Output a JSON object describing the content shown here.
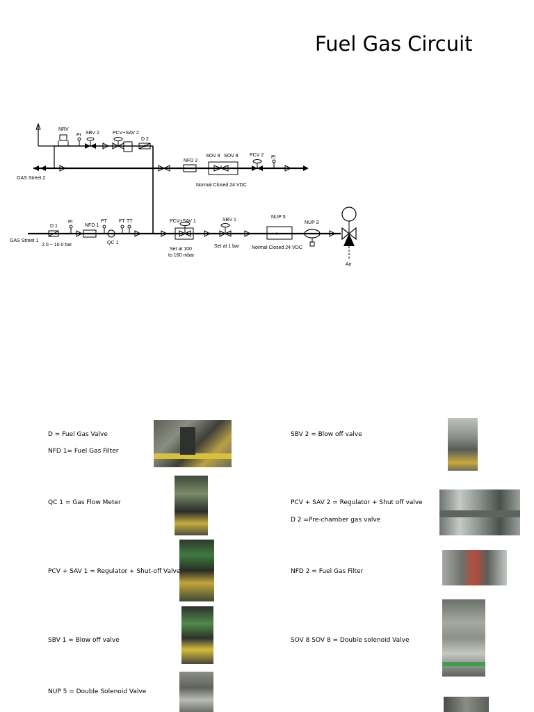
{
  "page": {
    "title": "Fuel Gas Circuit"
  },
  "diagram": {
    "labels": {
      "nrv": "NRV",
      "pi_top": "PI",
      "sbv2": "SBV 2",
      "pcv_sav2": "PCV+SAV 2",
      "d2": "D 2",
      "nfd2": "NFD 2",
      "sov8_a": "SOV 8",
      "sov8_b": "SOV 8",
      "pcv2": "PCV 2",
      "pi_top_right": "PI",
      "gas_street2": "GAS Street 2",
      "normal_closed_top": "Normal Closed 24 VDC",
      "d1": "D 1",
      "pi_bottom": "PI",
      "nfd1": "NFD 1",
      "pt": "PT",
      "ft": "FT",
      "tt": "TT",
      "qc1": "QC 1",
      "gas_street1": "GAS Street 1",
      "pressure_range": "2.0 ~ 10.0 bar",
      "pcv_sav1": "PCV+SAV 1",
      "set_100_line1": "Set at 100",
      "set_100_line2": "to 160 mbar",
      "sbv1": "SBV 1",
      "set_1bar": "Set at 1 bar",
      "nup5": "NUP 5",
      "nup3": "NUP 3",
      "normal_closed_bottom": "Normal Closed 24 VDC",
      "air": "Air"
    }
  },
  "legend": {
    "d_fuel_gas_valve": "D = Fuel Gas Valve",
    "nfd1_filter": "NFD 1= Fuel Gas Filter",
    "sbv2_blow_off": "SBV 2 = Blow off valve",
    "qc1_meter": "QC 1 = Gas Flow Meter",
    "pcv_sav2": "PCV + SAV 2 = Regulator + Shut off valve",
    "d2_prechamber": "D 2 =Pre-chamber gas valve",
    "pcv_sav1": "PCV + SAV 1 = Regulator + Shut-off Valve",
    "nfd2_filter": "NFD 2 = Fuel Gas Filter",
    "sbv1_blow_off": "SBV 1 = Blow off valve",
    "sov8": "SOV 8 SOV 8 = Double solenoid Valve",
    "nup5": "NUP 5 = Double Solenoid Valve"
  }
}
